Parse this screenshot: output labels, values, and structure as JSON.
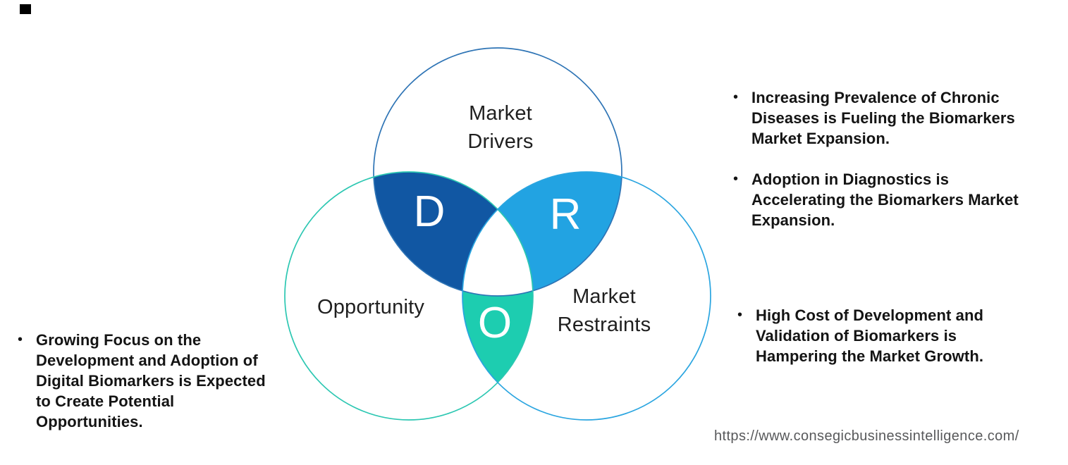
{
  "venn": {
    "drivers": {
      "label": "Market\nDrivers",
      "letter": "D",
      "stroke_color": "#2e74b5",
      "lens_fill": "#1157a3"
    },
    "restraints": {
      "label": "Market\nRestraints",
      "letter": "R",
      "stroke_color": "#2aa5e0",
      "lens_fill": "#22a3e2"
    },
    "opportunity": {
      "label": "Opportunity",
      "letter": "O",
      "stroke_color": "#2cc7b2",
      "lens_fill": "#1dcdb0"
    }
  },
  "bullet_char": "•",
  "left_notes": {
    "items": [
      {
        "text": "Growing Focus on the\nDevelopment and Adoption of\nDigital Biomarkers is Expected\nto Create Potential\nOpportunities."
      }
    ]
  },
  "right_notes_top": {
    "items": [
      {
        "text": "Increasing Prevalence of Chronic\nDiseases is Fueling the Biomarkers\nMarket Expansion."
      },
      {
        "text": "Adoption in Diagnostics is\nAccelerating the Biomarkers Market\nExpansion."
      }
    ]
  },
  "right_notes_middle": {
    "items": [
      {
        "text": "High Cost of Development and\nValidation of Biomarkers is\nHampering the Market Growth."
      }
    ]
  },
  "footer": {
    "url": "https://www.consegicbusinessintelligence.com/"
  }
}
